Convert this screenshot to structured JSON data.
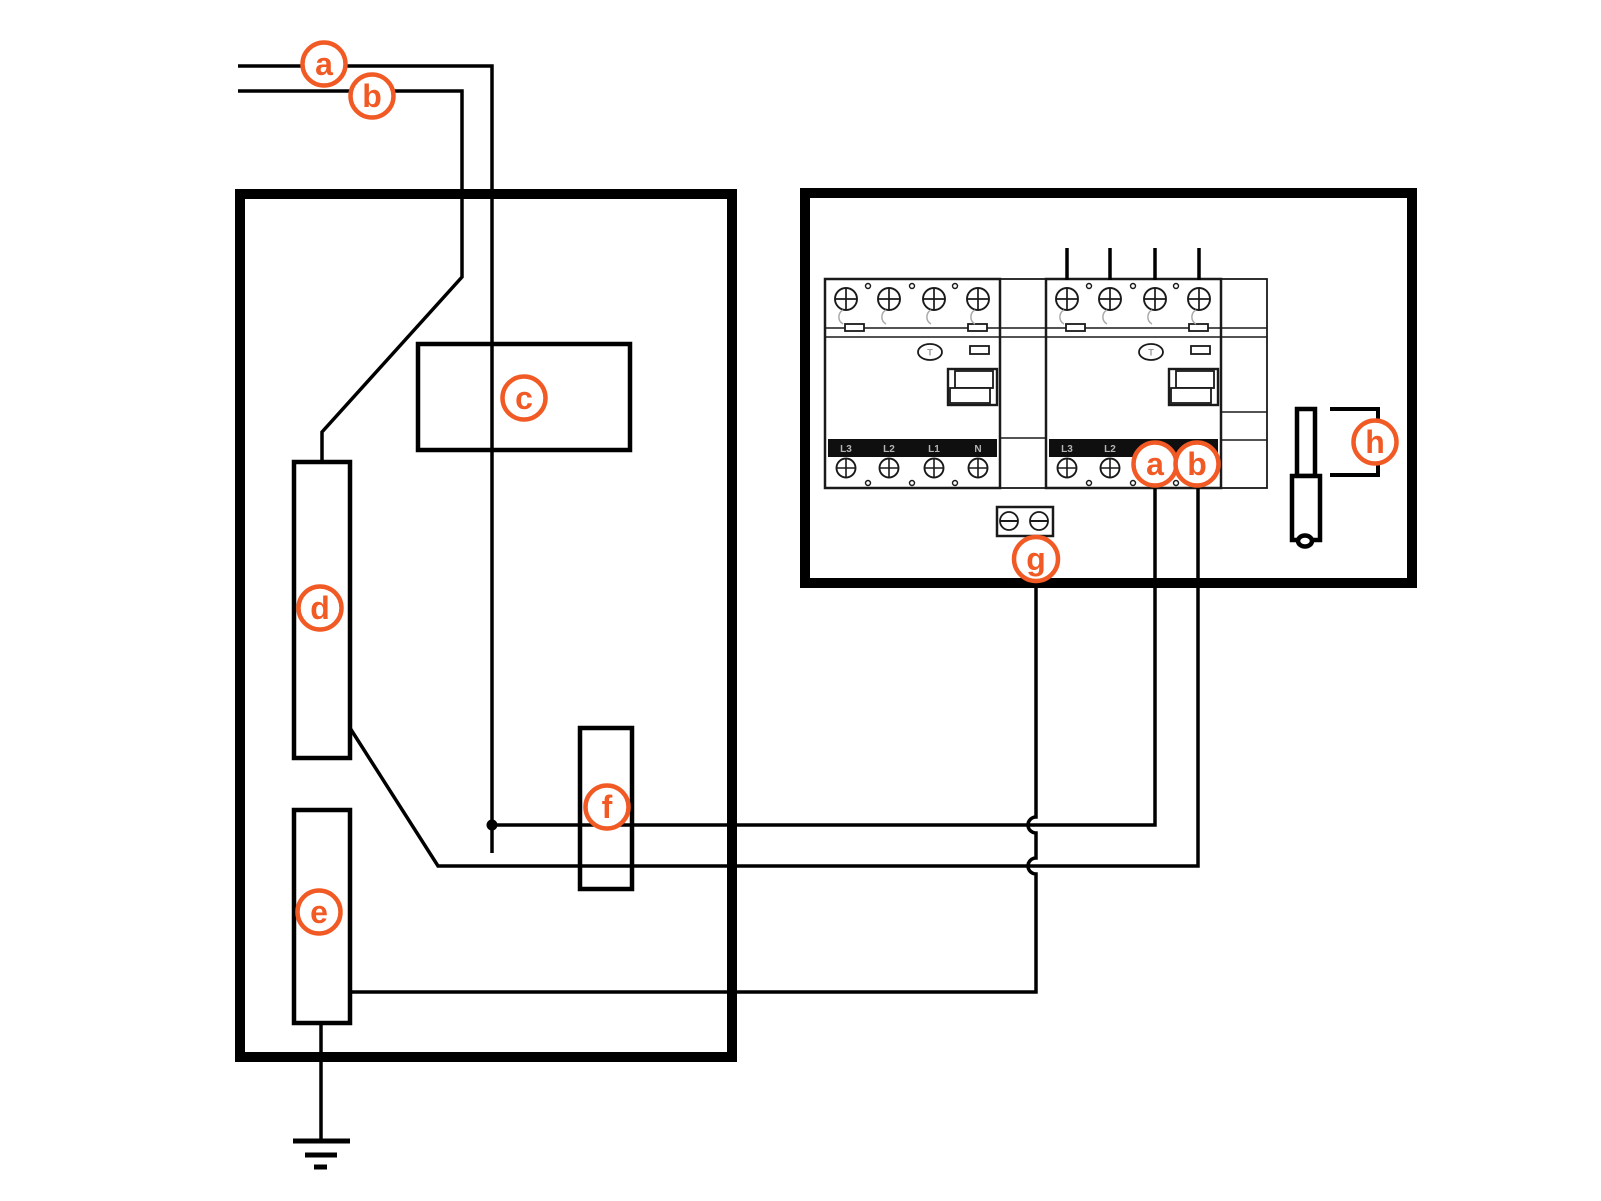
{
  "colors": {
    "accent_orange": "#F15A24",
    "line_black": "#000000",
    "device_line": "#1a1a1a",
    "terminal_strip_black": "#0f0f0f",
    "terminal_label_gray": "#b5b5b5"
  },
  "callouts": {
    "supply_a": "a",
    "supply_b": "b",
    "component_c": "c",
    "component_d": "d",
    "component_e": "e",
    "component_f": "f",
    "breaker_a": "a",
    "breaker_b": "b",
    "terminal_g": "g",
    "cable_h": "h"
  },
  "rcd": {
    "test_button_label": "T",
    "device1_terminals": [
      "L3",
      "L2",
      "L1",
      "N"
    ],
    "device2_terminals": [
      "L3",
      "L2"
    ]
  }
}
